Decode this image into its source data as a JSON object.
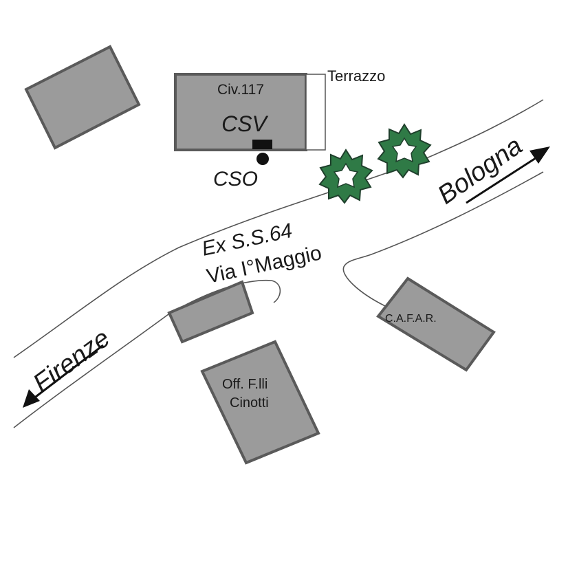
{
  "map": {
    "road_name_line1": "Ex S.S.64",
    "road_name_line2": "Via I°Maggio",
    "direction_east": "Bologna",
    "direction_west": "Firenze",
    "main_building": {
      "civic_number": "Civ.117",
      "station_label": "CSV"
    },
    "terrace_label": "Terrazzo",
    "point_label": "CSO",
    "buildings": {
      "workshop_line1": "Off. F.lli",
      "workshop_line2": "Cinotti",
      "cafar": "C.A.F.A.R."
    },
    "icons": [
      "tree-icon",
      "tree-icon",
      "arrow-icon",
      "arrow-icon"
    ],
    "colors": {
      "building_fill": "#9b9b9b",
      "building_stroke": "#5a5a5a",
      "tree_fill": "#2f7a46",
      "tree_stroke": "#1f3f2c"
    }
  }
}
